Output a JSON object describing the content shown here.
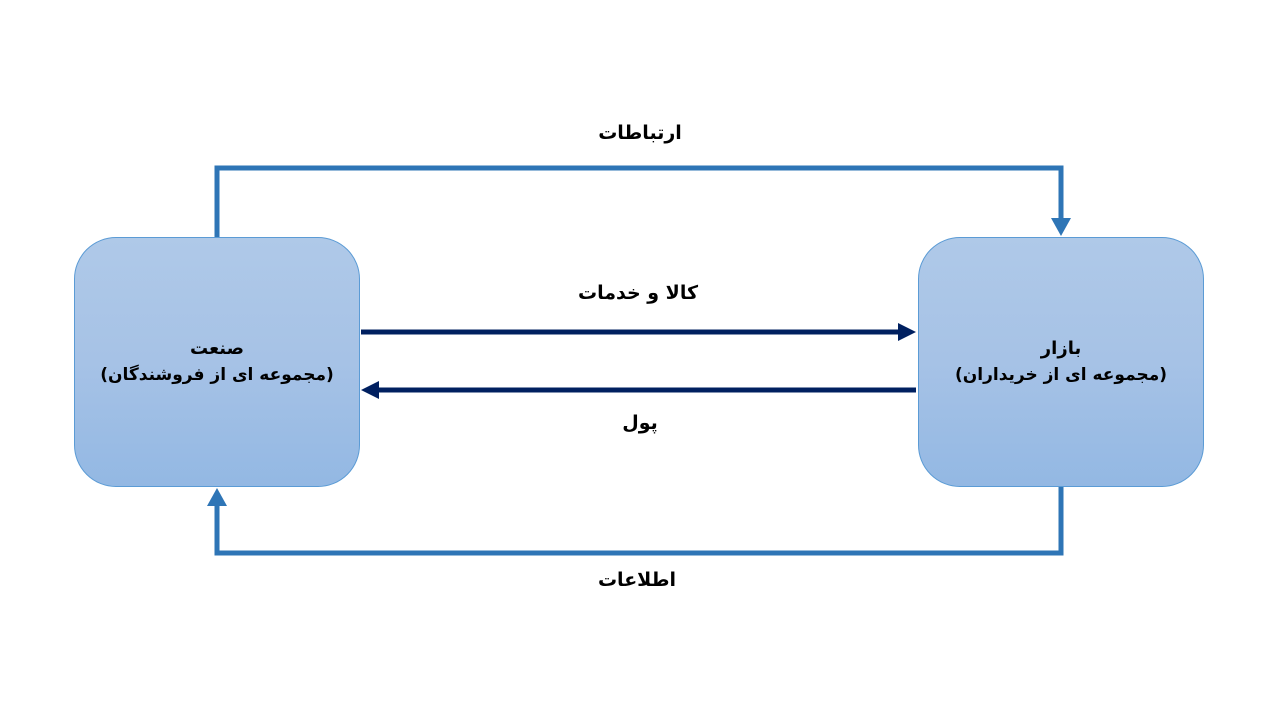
{
  "diagram": {
    "nodes": [
      {
        "id": "industry",
        "title": "صنعت",
        "subtitle": "(مجموعه ای از فروشندگان)"
      },
      {
        "id": "market",
        "title": "بازار",
        "subtitle": "(مجموعه ای از خریداران)"
      }
    ],
    "edges": [
      {
        "from": "industry",
        "to": "market",
        "label": "ارتباطات",
        "color": "#2e75b6",
        "route": "top"
      },
      {
        "from": "industry",
        "to": "market",
        "label": "کالا و خدمات",
        "color": "#002060",
        "route": "middle-upper"
      },
      {
        "from": "market",
        "to": "industry",
        "label": "پول",
        "color": "#002060",
        "route": "middle-lower"
      },
      {
        "from": "market",
        "to": "industry",
        "label": "اطلاعات",
        "color": "#2e75b6",
        "route": "bottom"
      }
    ]
  },
  "colors": {
    "box_fill_top": "#afc9e8",
    "box_fill_bottom": "#93b8e3",
    "box_border": "#5b9bd5",
    "outer_arrow": "#2e75b6",
    "inner_arrow": "#002060"
  }
}
